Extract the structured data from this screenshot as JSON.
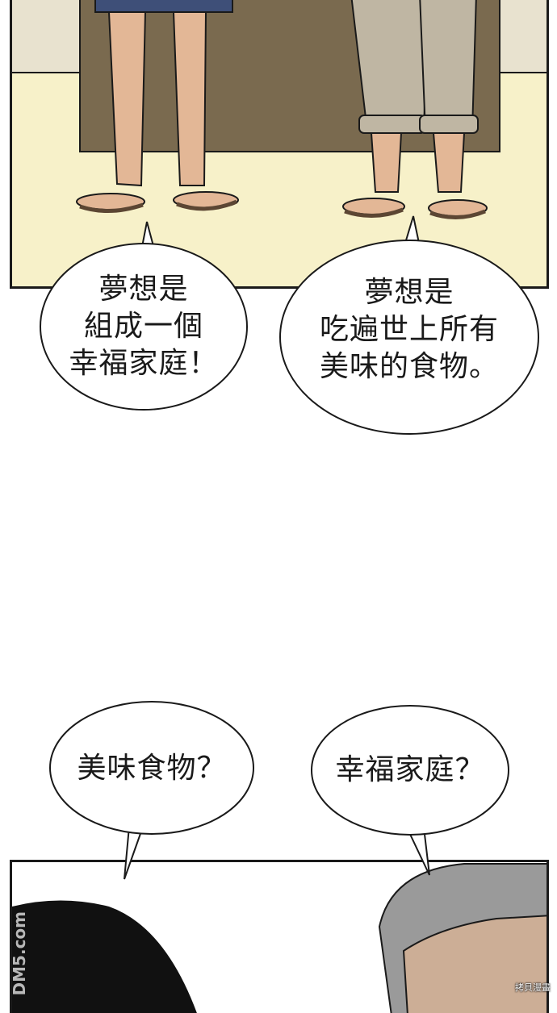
{
  "panels": {
    "top": {
      "description": ""
    },
    "bottom": {
      "description": ""
    }
  },
  "bubbles": {
    "left_top": {
      "text": "夢想是\n組成一個\n幸福家庭！"
    },
    "right_top": {
      "text": "夢想是\n吃遍世上所有\n美味的食物。"
    },
    "left_bottom": {
      "text": "美味食物？"
    },
    "right_bottom": {
      "text": "幸福家庭？"
    }
  },
  "watermark": {
    "text": "DM5.com"
  },
  "credit": {
    "text": "拷貝漫畫"
  },
  "colors": {
    "panel_top_bg": "#f7f1c9",
    "wall": "#7a6a4f",
    "skin": "#e3b796",
    "shorts": "#3e4f78",
    "pants": "#bfb6a3",
    "hair_gray": "#9a9a9a",
    "hair_black": "#111111"
  }
}
